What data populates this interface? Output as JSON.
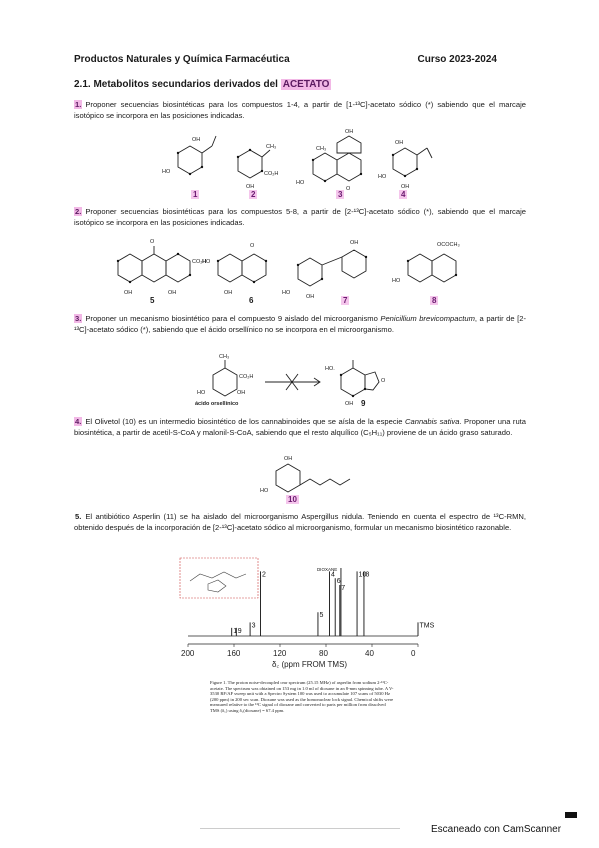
{
  "header": {
    "course": "Productos Naturales y Química Farmacéutica",
    "year": "Curso 2023-2024"
  },
  "section": {
    "title_prefix": "2.1. Metabolitos secundarios derivados del",
    "title_highlight": "ACETATO"
  },
  "questions": [
    {
      "number": "1.",
      "text": "Proponer secuencias biosintéticas para los compuestos 1-4, a partir de [1-¹³C]-acetato sódico (*) sabiendo que el marcaje isotópico se incorpora en las posiciones indicadas."
    },
    {
      "number": "2.",
      "text": "Proponer secuencias biosintéticas para los compuestos 5-8, a partir de [2-¹³C]-acetato sódico (*), sabiendo que el marcaje isotópico se incorpora en las posiciones indicadas."
    },
    {
      "number": "3.",
      "text_a": "Proponer un mecanismo biosintético para el compuesto 9 aislado del microorganismo ",
      "text_italic": "Penicillium brevicompactum",
      "text_b": ", a partir de [2-¹³C]-acetato sódico (*), sabiendo que el ácido orsellínico no se incorpora en el microorganismo."
    },
    {
      "number": "4.",
      "text_a": "El Olivetol (10) es un intermedio biosintético de los cannabinoides que se aísla de la especie ",
      "text_italic": "Cannabis sativa",
      "text_b": ". Proponer una ruta biosintética, a partir de acetil-S-CoA y malonil-S-CoA, sabiendo que el resto alquílico (C₅H₁₁) proviene de un ácido graso saturado."
    },
    {
      "number": "5.",
      "text": "El antibiótico Asperlin (11) se ha aislado del microorganismo Aspergillus nidula. Teniendo en cuenta el espectro de ¹³C-RMN, obtenido después de la incorporación de [2-¹³C]-acetato sódico al microorganismo, formular un mecanismo biosintético razonable."
    }
  ],
  "compounds": {
    "row1": [
      "1",
      "2",
      "3",
      "4"
    ],
    "row2": [
      "5",
      "6",
      "7",
      "8"
    ],
    "c9": "9",
    "c10": "10"
  },
  "chem_labels": {
    "oh": "OH",
    "ho": "HO",
    "ho_dot": "HO.",
    "oh_dot": "OH",
    "ch3": "CH₃",
    "co2h": "CO₂H",
    "ococh3": "OCOCH₃",
    "o": "O",
    "orsellinic": "ácido orsellínico"
  },
  "spectrum": {
    "peak_labels": [
      "2",
      "DIOXANE",
      "4",
      "6",
      "10",
      "8",
      "1",
      "9",
      "3",
      "5",
      "7",
      "TMS"
    ],
    "axis_ticks": [
      "200",
      "160",
      "120",
      "80",
      "40",
      "0"
    ],
    "axis_label": "δ꜀ (ppm FROM TMS)",
    "x_range": [
      200,
      0
    ],
    "peaks": [
      {
        "label": "2",
        "ppm": 137,
        "height": 0.95
      },
      {
        "label": "4",
        "ppm": 77,
        "height": 0.95
      },
      {
        "label": "6",
        "ppm": 72,
        "height": 0.85
      },
      {
        "label": "10",
        "ppm": 53,
        "height": 0.95
      },
      {
        "label": "8",
        "ppm": 47,
        "height": 0.95
      },
      {
        "label": "DIOXANE",
        "ppm": 67,
        "height": 1.0
      },
      {
        "label": "1",
        "ppm": 162,
        "height": 0.12
      },
      {
        "label": "9",
        "ppm": 158,
        "height": 0.12
      },
      {
        "label": "3",
        "ppm": 146,
        "height": 0.2
      },
      {
        "label": "5",
        "ppm": 87,
        "height": 0.35
      },
      {
        "label": "7",
        "ppm": 68,
        "height": 0.75
      },
      {
        "label": "TMS",
        "ppm": 0,
        "height": 0.2
      }
    ]
  },
  "caption": "Figure 1. The proton noise-decoupled cmr spectrum (25.15 MHz) of asperlin from sodium 2-¹³C-acetate. The spectrum was obtained on 153 mg in 1.0 ml of dioxane in an 8-mm spinning tube. A V-3530 RF/AF sweep unit with a Spectro System 100 was used to accumulate 107 scans of 5030 Hz (200 ppm) in 200 sec scan. Dioxane was used as the homonuclear lock signal. Chemical shifts were measured relative to the ¹³C signal of dioxane and converted to parts per million from dissolved TMS (δ꜀) using δ꜀(dioxane) = 67.4 ppm.",
  "footer": "Escaneado con CamScanner",
  "colors": {
    "highlight": "#f2b8e6",
    "highlight_text": "#5b1a60",
    "ink": "#1a1a1a"
  }
}
